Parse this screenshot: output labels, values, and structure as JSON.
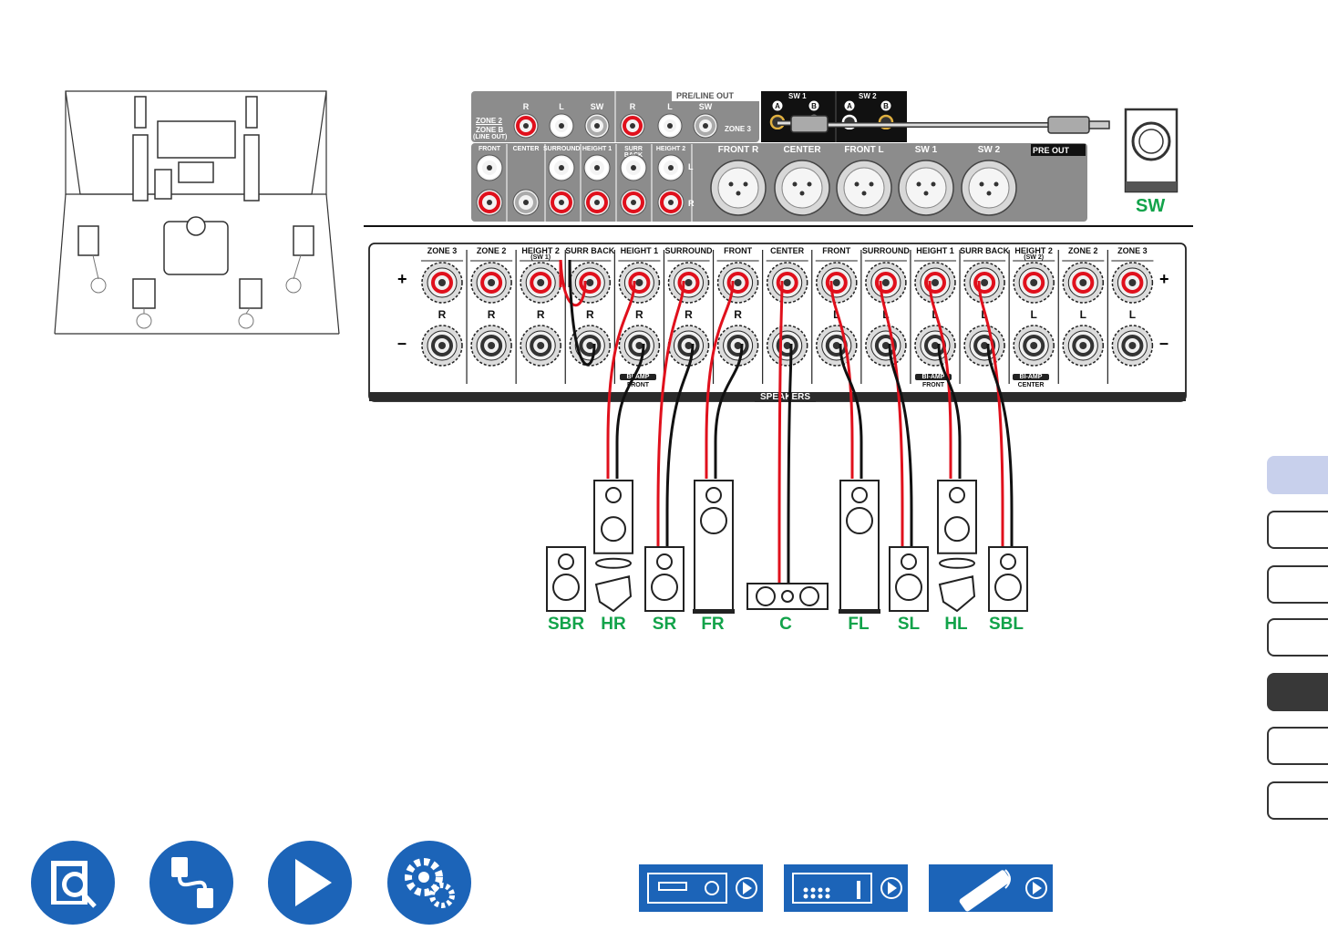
{
  "colors": {
    "accent_green": "#12a34a",
    "nav_blue": "#1c64b8",
    "panel_gray": "#8c8c8c",
    "cable_red": "#e0101c"
  },
  "preout_panel": {
    "pre_line_out": "PRE/LINE OUT",
    "zone2": "ZONE 2",
    "zone_b": "ZONE B",
    "line_out": "(LINE OUT)",
    "zone3": "ZONE 3",
    "top_cols": [
      "R",
      "L",
      "SW",
      "R",
      "L",
      "SW"
    ],
    "rca_cols": [
      "FRONT",
      "CENTER",
      "SURROUND",
      "HEIGHT 1",
      "SURR BACK",
      "HEIGHT 2"
    ],
    "rca_side": [
      "L",
      "R"
    ],
    "xlr_cols": [
      "FRONT R",
      "CENTER",
      "FRONT L",
      "SW 1",
      "SW 2"
    ],
    "pre_out": "PRE OUT",
    "sw1": "SW 1",
    "sw2": "SW 2",
    "jack_a": "A",
    "jack_b": "B"
  },
  "subwoofer_label": "SW",
  "speaker_panel": {
    "columns": [
      "ZONE 3",
      "ZONE 2",
      "HEIGHT 2",
      "SURR BACK",
      "HEIGHT 1",
      "SURROUND",
      "FRONT",
      "CENTER",
      "FRONT",
      "SURROUND",
      "HEIGHT 1",
      "SURR BACK",
      "HEIGHT 2",
      "ZONE 2",
      "ZONE 3"
    ],
    "subs": [
      "",
      "",
      "(SW 1)",
      "",
      "",
      "",
      "",
      "",
      "",
      "",
      "",
      "",
      "(SW 2)",
      "",
      ""
    ],
    "channels": [
      "R",
      "R",
      "R",
      "R",
      "R",
      "R",
      "R",
      "",
      "L",
      "L",
      "L",
      "L",
      "L",
      "L",
      "L"
    ],
    "plus": "+",
    "minus": "–",
    "speakers_label": "SPEAKERS",
    "biamp": "BI-AMP",
    "biamp_front": "FRONT",
    "biamp_center": "CENTER"
  },
  "speaker_labels": [
    "SBR",
    "HR",
    "SR",
    "FR",
    "C",
    "FL",
    "SL",
    "HL",
    "SBL"
  ],
  "side_tabs": [
    {
      "state": "top"
    },
    {
      "state": "normal"
    },
    {
      "state": "normal"
    },
    {
      "state": "normal"
    },
    {
      "state": "active"
    },
    {
      "state": "normal"
    },
    {
      "state": "normal"
    }
  ],
  "bottom_nav": {
    "icons": [
      "manual-search-icon",
      "cable-connection-icon",
      "play-icon",
      "gear-settings-icon"
    ],
    "device_buttons": [
      "front-panel-icon",
      "rear-panel-icon",
      "remote-control-icon"
    ]
  }
}
